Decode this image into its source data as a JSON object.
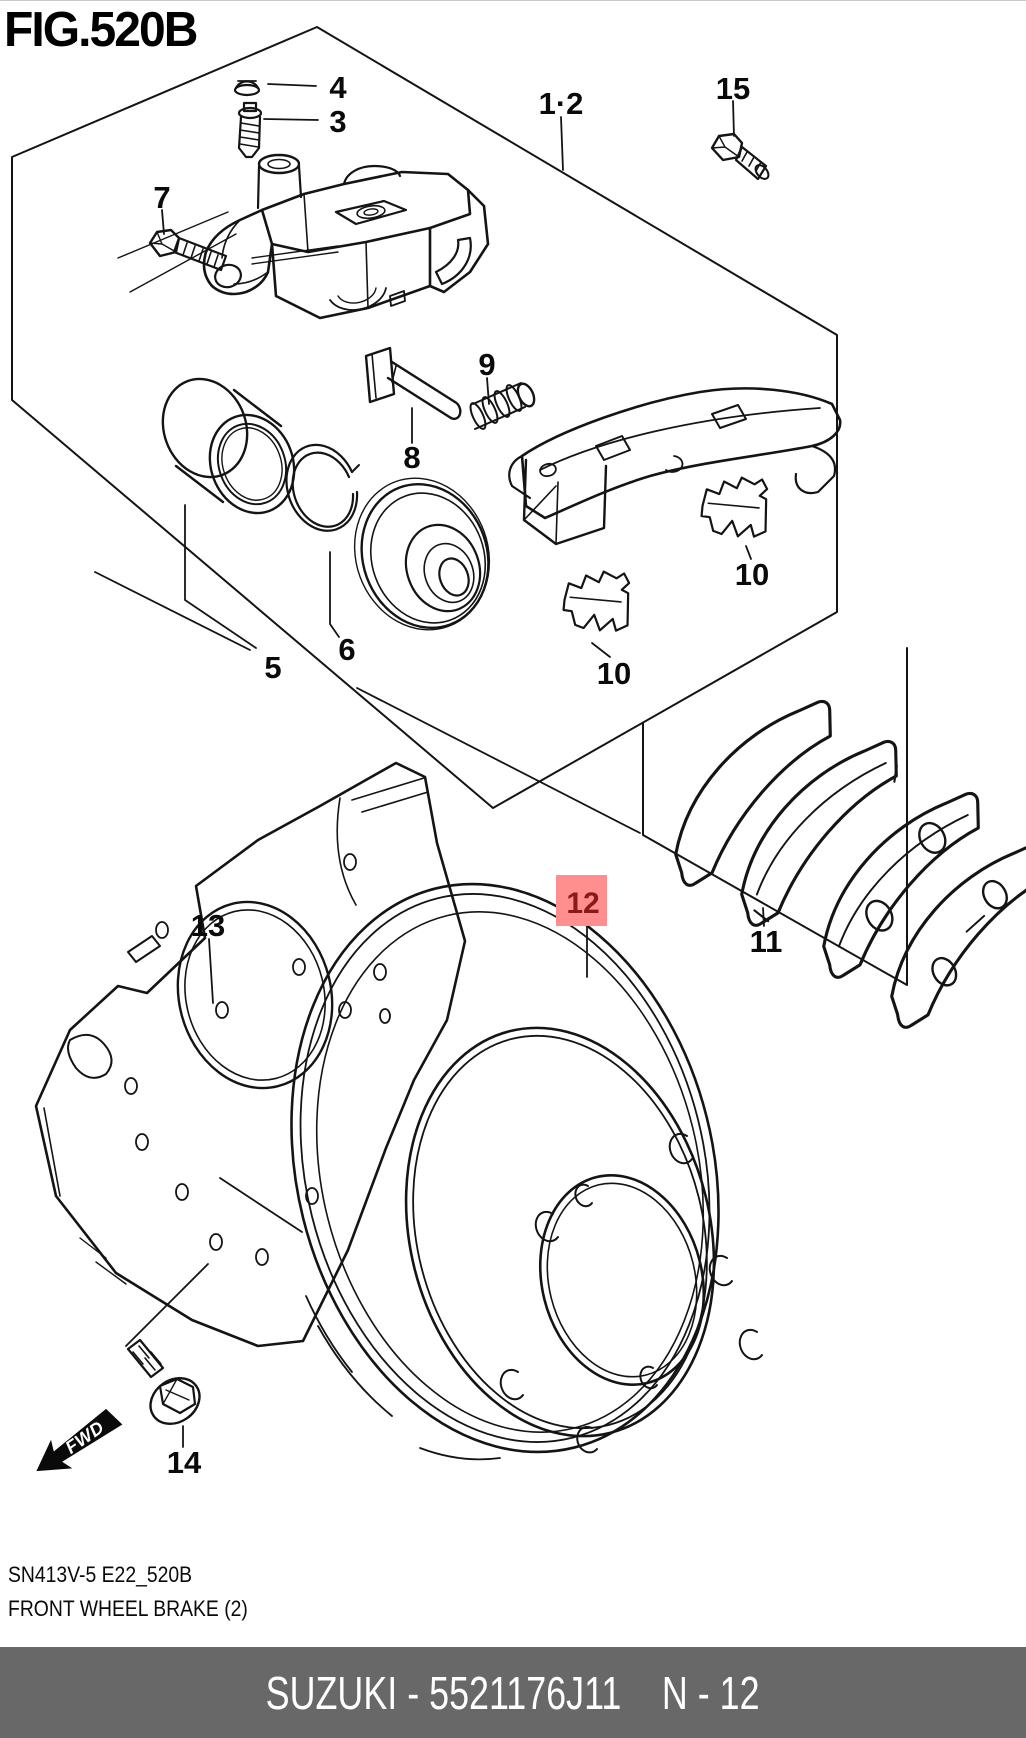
{
  "figure": {
    "id": "FIG.520B",
    "system_code": "SN413V-5 E22_520B",
    "caption": "FRONT WHEEL BRAKE (2)"
  },
  "footer": {
    "brand_part": "SUZUKI - 5521176J11",
    "page_ref": "N - 12",
    "bg_color": "#686868",
    "text_color": "#ffffff"
  },
  "direction_marker": {
    "label": "FWD"
  },
  "highlight": {
    "bg_color": "#ff8e8e",
    "text_color": "#8e1818"
  },
  "colors": {
    "line": "#141414",
    "background": "#ffffff"
  },
  "callouts": {
    "item1_2": {
      "label": "1·2"
    },
    "item3": {
      "label": "3"
    },
    "item4": {
      "label": "4"
    },
    "item5": {
      "label": "5"
    },
    "item6": {
      "label": "6"
    },
    "item7": {
      "label": "7"
    },
    "item8": {
      "label": "8"
    },
    "item9": {
      "label": "9"
    },
    "item10a": {
      "label": "10"
    },
    "item10b": {
      "label": "10"
    },
    "item11": {
      "label": "11"
    },
    "item12": {
      "label": "12"
    },
    "item13": {
      "label": "13"
    },
    "item14": {
      "label": "14"
    },
    "item15": {
      "label": "15"
    }
  }
}
